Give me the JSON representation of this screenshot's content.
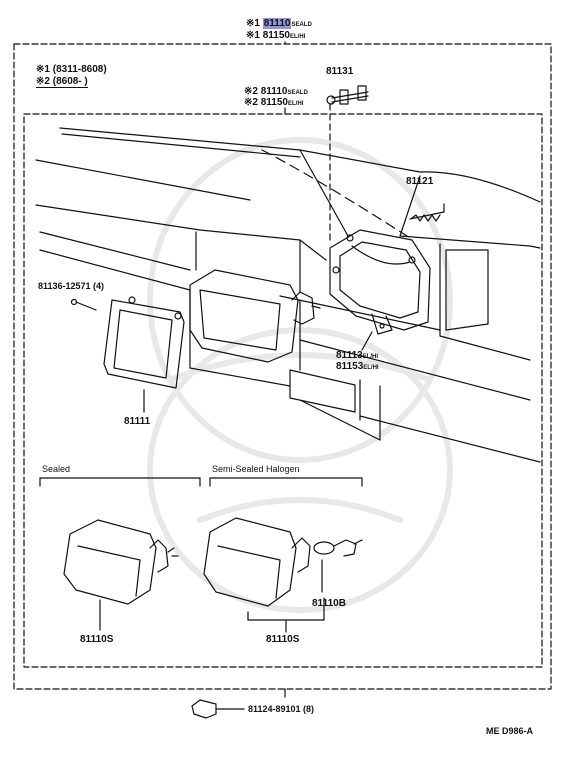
{
  "colors": {
    "ink": "#111111",
    "highlight": "#8f97d6",
    "watermark": "#e6e6e6"
  },
  "top_labels": [
    {
      "mark": "※1",
      "part": "81110",
      "suffix": "SEALD"
    },
    {
      "mark": "※1",
      "part": "81150",
      "suffix": "EL/HI"
    }
  ],
  "legend": [
    {
      "mark": "※1",
      "range": "(8311-8608)"
    },
    {
      "mark": "※2",
      "range": "(8608-       )"
    }
  ],
  "inner_labels": [
    {
      "mark": "※2",
      "part": "81110",
      "suffix": "SEALD"
    },
    {
      "mark": "※2",
      "part": "81150",
      "suffix": "EL/HI"
    }
  ],
  "parts": {
    "p81131": "81131",
    "p81121": "81121",
    "p81136": "81136-12571 (4)",
    "p81111": "81111",
    "p81113": "81113",
    "p81113_suffix": "EL/HI",
    "p81153": "81153",
    "p81153_suffix": "EL/HI",
    "p81110S_a": "81110S",
    "p81110B": "81110B",
    "p81110S_b": "81110S",
    "p81124": "81124-89101 (8)"
  },
  "sections": {
    "sealed": "Sealed",
    "semi_sealed": "Semi-Sealed Halogen"
  },
  "diagram_code": "ME D986-A"
}
